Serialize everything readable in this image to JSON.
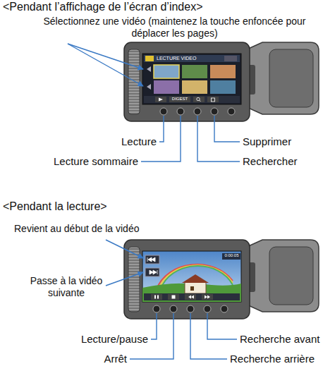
{
  "diagram": {
    "labels": [
      "<Pendant l’affichage de l’écran d’index>",
      "Sélectionnez une vidéo (maintenez la touche enfoncée pour déplacer les pages)",
      "LECTURE VIDEO",
      "DIGEST",
      "Lecture",
      "Supprimer",
      "Lecture sommaire",
      "Rechercher",
      "<Pendant la lecture>",
      "Revient au début de la vidéo",
      "0:00:05",
      "Passe à la vidéo suivante",
      "Lecture/pause",
      "Recherche avant",
      "Arrêt",
      "Recherche arrière"
    ]
  }
}
